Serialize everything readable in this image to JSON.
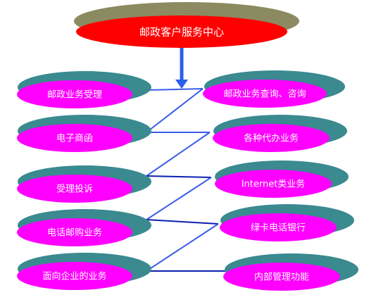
{
  "colors": {
    "root_fill": "#ff0000",
    "root_shadow": "#8c8a60",
    "node_fill": "#ff00ff",
    "node_shadow": "#3a8a90",
    "arrow": "#2860e8",
    "line_left": "#3b5ce8",
    "line_right": "#0a1fb0",
    "text": "#ffffff"
  },
  "root": {
    "label": "邮政客户服务中心"
  },
  "left_nodes": [
    {
      "label": "邮政业务受理"
    },
    {
      "label": "电子商函"
    },
    {
      "label": "受理投诉"
    },
    {
      "label": "电话邮购业务"
    },
    {
      "label": "面向企业的业务"
    }
  ],
  "right_nodes": [
    {
      "label": "邮政业务查询、咨询"
    },
    {
      "label": "各种代办业务"
    },
    {
      "label": "Internet类业务"
    },
    {
      "label": "绿卡电话银行"
    },
    {
      "label": "内部管理功能"
    }
  ]
}
